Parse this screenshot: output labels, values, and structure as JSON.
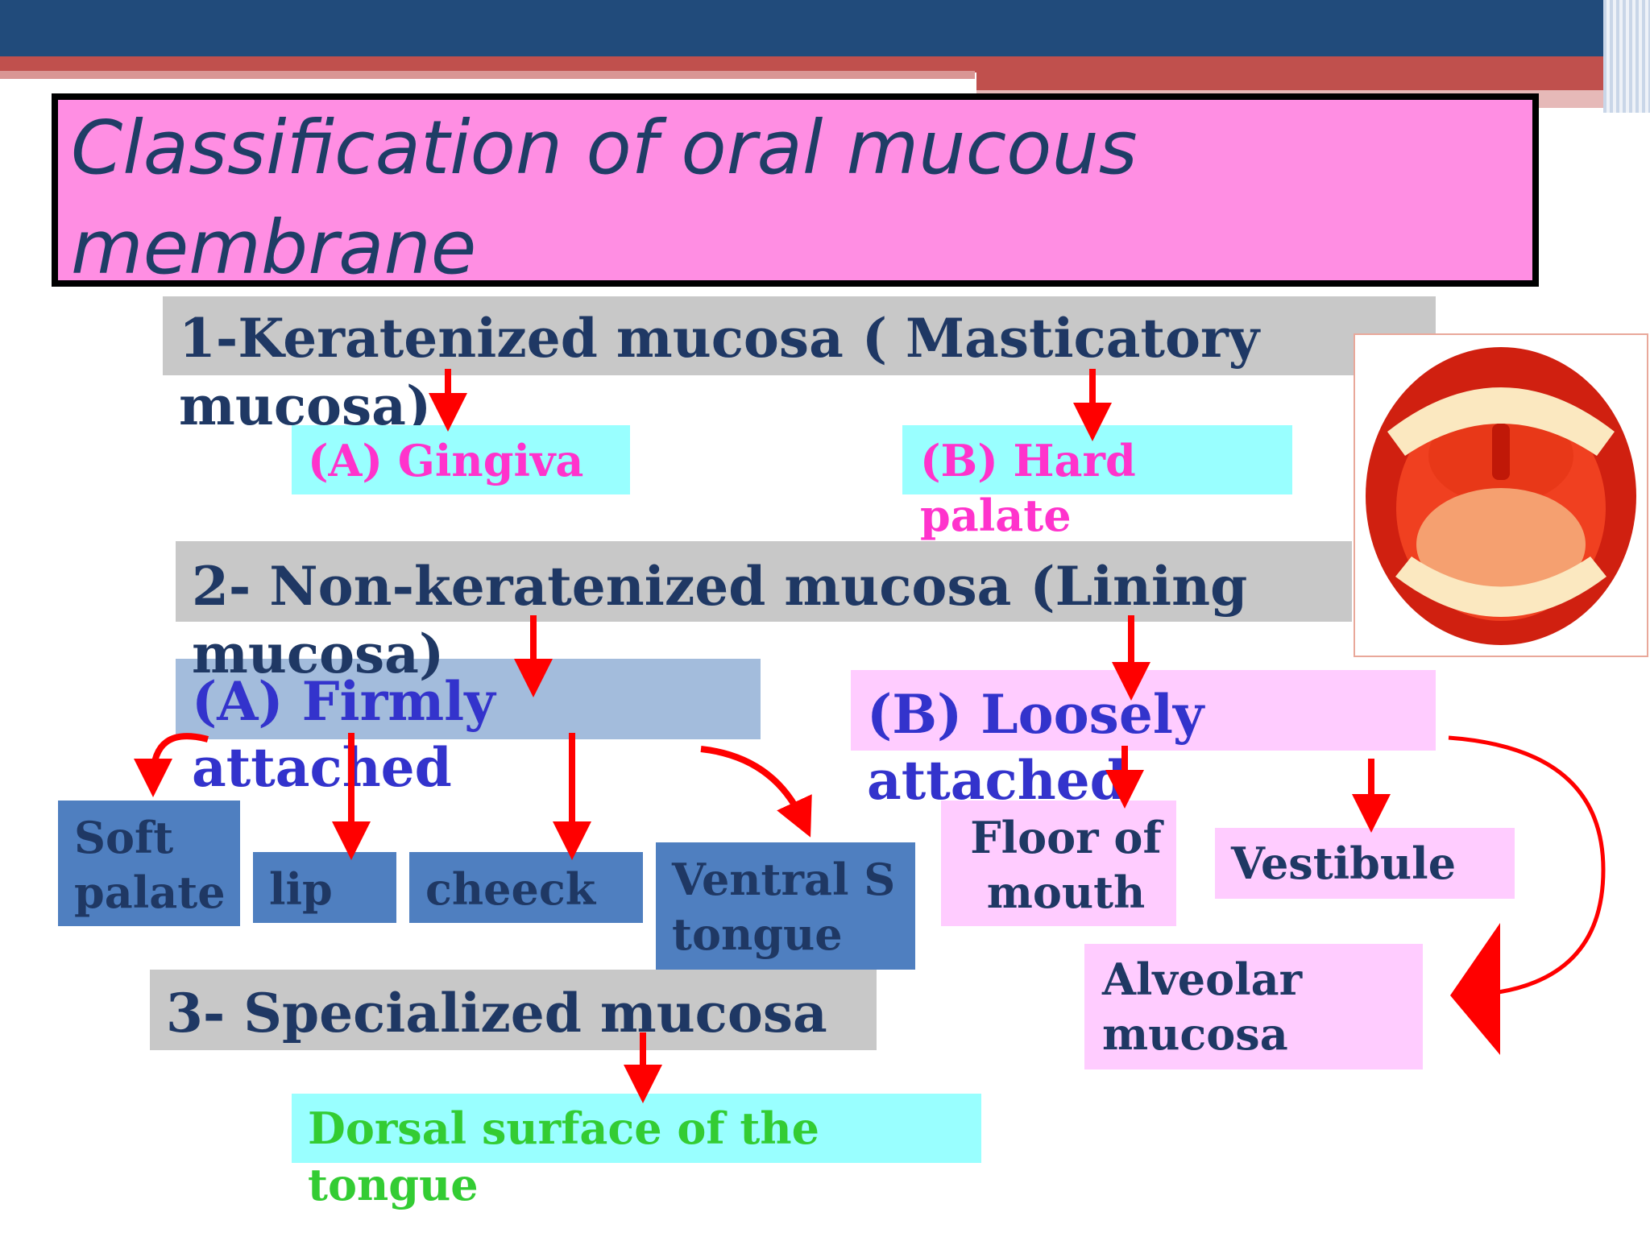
{
  "title": "Classification of oral mucous membrane",
  "sections": {
    "keratinized": {
      "heading": "1-Keratenized mucosa ( Masticatory mucosa)",
      "a": "(A) Gingiva",
      "b": "(B) Hard palate"
    },
    "non_keratinized": {
      "heading": "2- Non-keratenized mucosa (Lining mucosa)",
      "firmly": "(A) Firmly attached",
      "loosely": "(B) Loosely attached",
      "soft_palate": "Soft palate",
      "lip": "lip",
      "cheek": "cheeck",
      "ventral": "Ventral S tongue",
      "floor": "Floor of mouth",
      "vestibule": "Vestibule",
      "alveolar": "Alveolar mucosa"
    },
    "specialized": {
      "heading": "3- Specialized mucosa",
      "dorsal": "Dorsal surface of the tongue"
    }
  },
  "colors": {
    "title_bg": "#ff8ee3",
    "heading_text": "#1f3864",
    "arrow": "#ff0000",
    "cyan_box": "#99ffff",
    "pink_box": "#ffccff",
    "blue_box": "#4f7fc0"
  },
  "image": {
    "alt": "open-mouth-illustration"
  }
}
